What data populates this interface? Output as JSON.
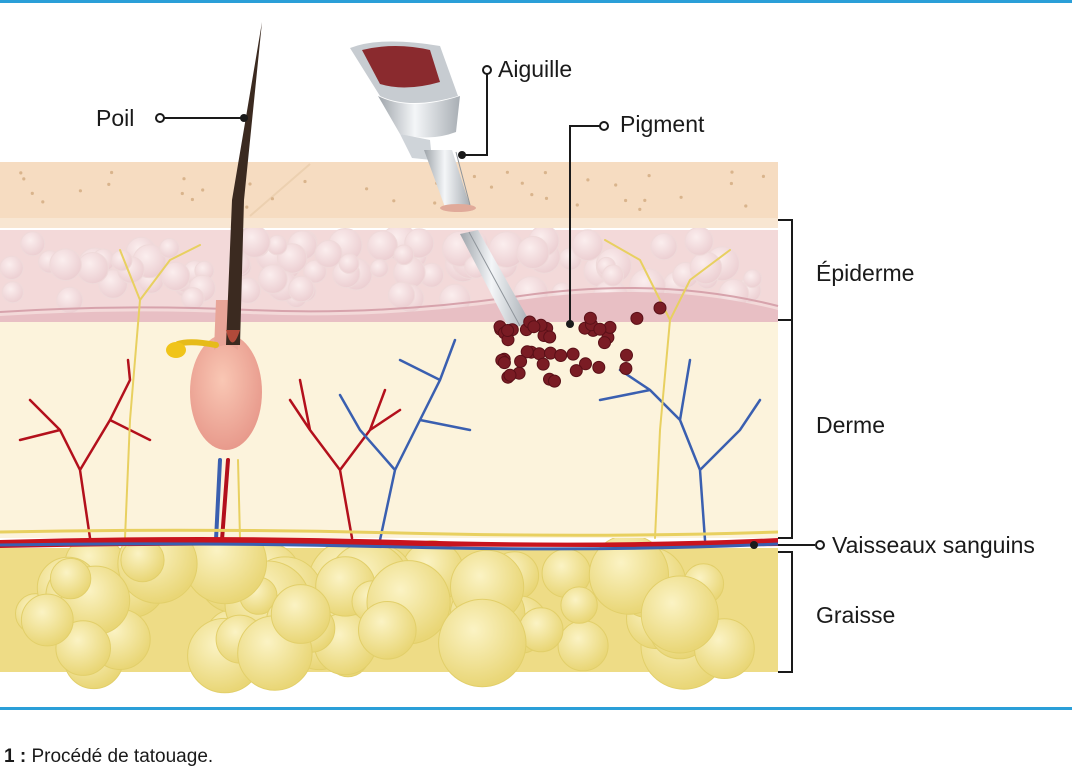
{
  "labels": {
    "poil": "Poil",
    "aiguille": "Aiguille",
    "pigment": "Pigment",
    "epiderme": "Épiderme",
    "derme": "Derme",
    "vaisseaux": "Vaisseaux sanguins",
    "graisse": "Graisse"
  },
  "caption": {
    "number": "1 :",
    "text": "Procédé de tatouage."
  },
  "colors": {
    "accent_rule": "#2a9fd8",
    "skin_surface": "#f5dcc0",
    "epidermis": "#f2d6d6",
    "dermis": "#fcf3dc",
    "fat": "#f0e08a",
    "artery": "#b3101c",
    "vein": "#3a5fb0",
    "nerve": "#e8d060",
    "pigment": "#7a1c24"
  }
}
